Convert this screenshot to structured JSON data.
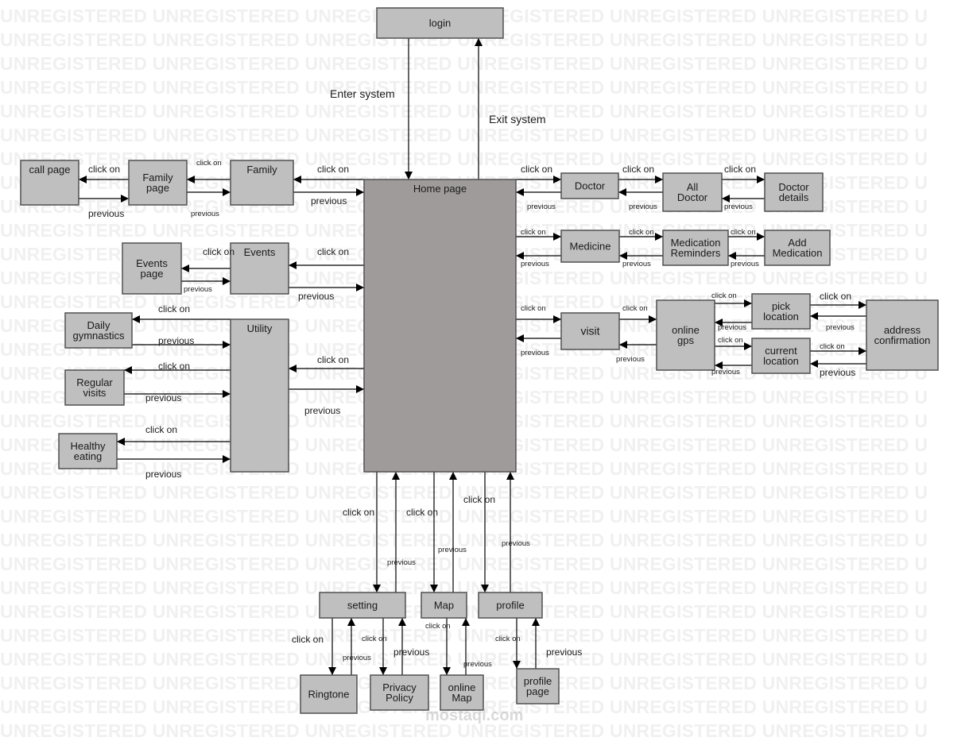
{
  "watermark": {
    "text": "UNREGISTERED UNREGISTERED UNREGISTERED UNREGISTERED UNREGISTERED UNREGISTERED U",
    "color": "#f0f0f0"
  },
  "site_watermark": "mostaql.com",
  "colors": {
    "node_fill": "#bfbfbf",
    "home_fill": "#a09b9b",
    "stroke": "#505050",
    "text": "#1a1a1a"
  },
  "nodes": {
    "login": "login",
    "home": "Home page",
    "call_page": "call page",
    "family_page": [
      "Family",
      "page"
    ],
    "family": "Family",
    "events_page": [
      "Events",
      "page"
    ],
    "events": "Events",
    "daily_gymnastics": [
      "Daily",
      "gymnastics"
    ],
    "utility": "Utility",
    "regular_visits": [
      "Regular",
      "visits"
    ],
    "healthy_eating": [
      "Healthy",
      "eating"
    ],
    "doctor": "Doctor",
    "all_doctor": [
      "All",
      "Doctor"
    ],
    "doctor_details": [
      "Doctor",
      "details"
    ],
    "medicine": "Medicine",
    "medication_reminders": [
      "Medication",
      "Reminders"
    ],
    "add_medication": [
      "Add",
      "Medication"
    ],
    "visit": "visit",
    "online_gps": [
      "online",
      "gps"
    ],
    "pick_location": [
      "pick",
      "location"
    ],
    "current_location": [
      "current",
      "location"
    ],
    "address_confirmation": [
      "address",
      "confirmation"
    ],
    "setting": "setting",
    "map": "Map",
    "profile": "profile",
    "ringtone": "Ringtone",
    "privacy_policy": [
      "Privacy",
      "Policy"
    ],
    "online_map": [
      "online",
      "Map"
    ],
    "profile_page": [
      "profile",
      "page"
    ]
  },
  "labels": {
    "enter_system": "Enter system",
    "exit_system": "Exit system",
    "click_on": "click on",
    "previous": "previous"
  }
}
